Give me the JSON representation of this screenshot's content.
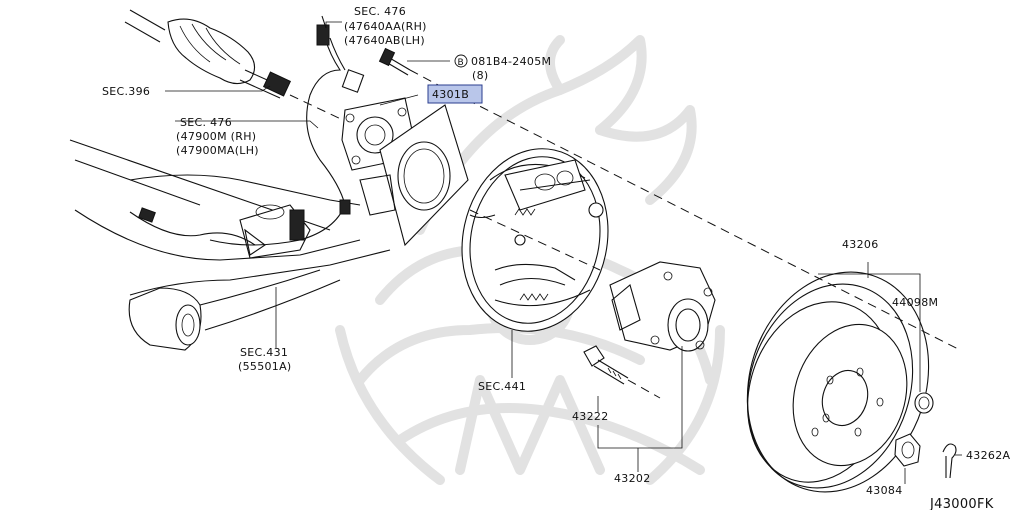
{
  "labels": {
    "sec_476_top": "SEC. 476",
    "part_47640aa": "(47640AA(RH)",
    "part_47640ab": "(47640AB(LH)",
    "bolt_circle": "B",
    "bolt_code": "081B4-2405M",
    "bolt_qty": "(8)",
    "sec_396": "SEC.396",
    "part_4301b": "4301B",
    "sec_476_mid": "SEC. 476",
    "part_47900m": "(47900M  (RH)",
    "part_47900ma": "(47900MA(LH)",
    "sec_431": "SEC.431",
    "part_55501a": "(55501A)",
    "sec_441": "SEC.441",
    "part_43206": "43206",
    "part_44098m": "44098M",
    "part_43222": "43222",
    "part_43202": "43202",
    "part_43262a": "43262A",
    "part_43084": "43084",
    "diagram_code": "J43000FK"
  },
  "colors": {
    "line": "#111111",
    "watermark": "#e2e2e2",
    "highlight_fill": "#b9c6ea",
    "highlight_border": "#2a3d8f"
  }
}
